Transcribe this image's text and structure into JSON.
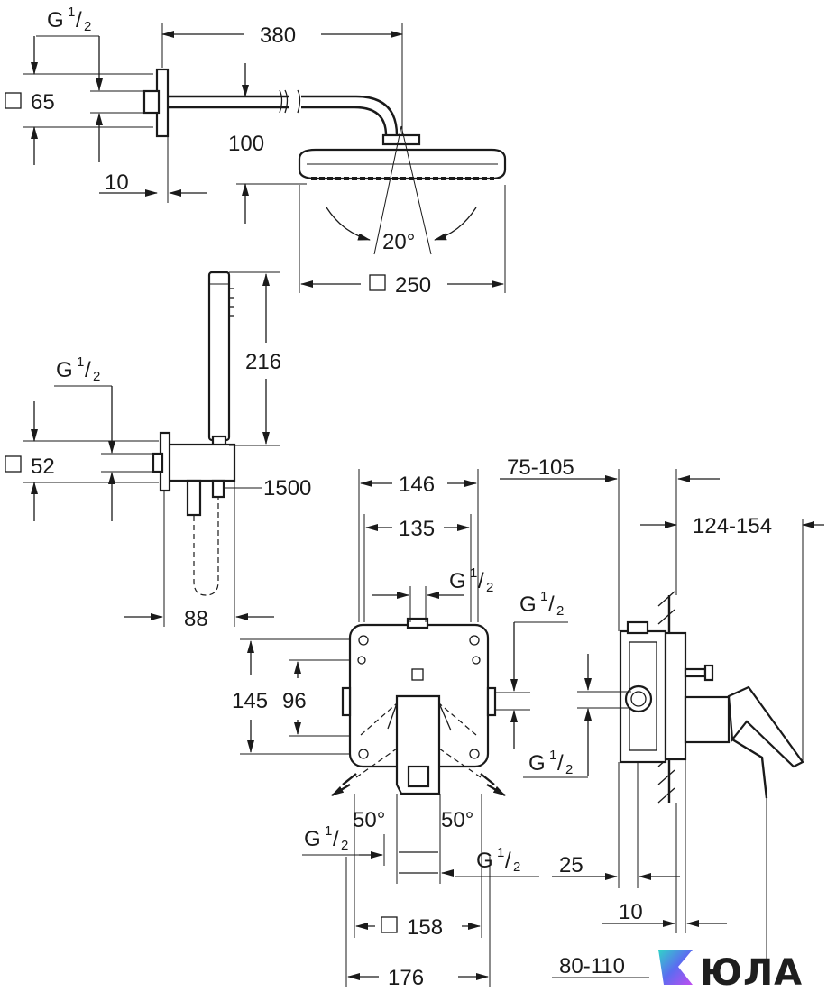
{
  "dimensions": {
    "pipe_length": "380",
    "head_outlet_square": "65",
    "head_thread_g": "G",
    "head_thread_num": "1",
    "head_thread_den": "2",
    "head_drop": "100",
    "wall_gap": "10",
    "tilt_angle": "20°",
    "head_square": "250",
    "handshower_length": "216",
    "hose_thread_g": "G",
    "hose_thread_num": "1",
    "hose_thread_den": "2",
    "bracket_square": "52",
    "hose_length": "1500",
    "bracket_depth": "88",
    "box_width": "146",
    "box_inner_width": "135",
    "top_thread_g": "G",
    "top_thread_num": "1",
    "top_thread_den": "2",
    "right_thread_g": "G",
    "right_thread_num": "1",
    "right_thread_den": "2",
    "box_height": "145",
    "box_inner_height": "96",
    "side_thread_g": "G",
    "side_thread_num": "1",
    "side_thread_den": "2",
    "angle_left": "50°",
    "angle_right": "50°",
    "bottom_left_thread_g": "G",
    "bottom_left_thread_num": "1",
    "bottom_left_thread_den": "2",
    "bottom_right_thread_g": "G",
    "bottom_right_thread_num": "1",
    "bottom_right_thread_den": "2",
    "cover_square": "158",
    "cover_width": "176",
    "install_depth": "75-105",
    "lever_reach": "124-154",
    "plate_offset": "25",
    "plate_thickness": "10",
    "wall_range": "80-110"
  },
  "watermark": {
    "text": "ЮЛА",
    "logo_colors": [
      "#5b6cf0",
      "#30d5c8",
      "#b04df0"
    ]
  }
}
